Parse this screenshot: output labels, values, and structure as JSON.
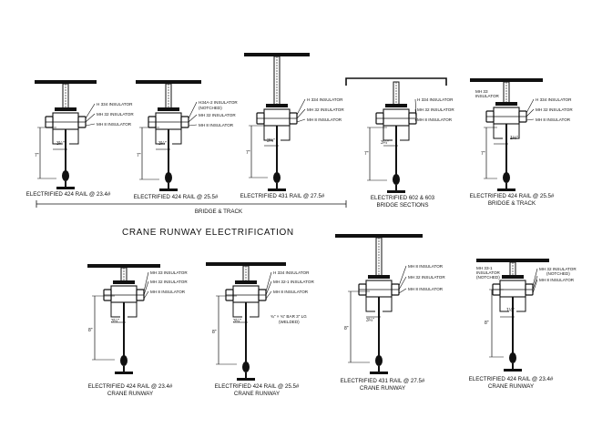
{
  "title": "CRANE RUNWAY ELECTRIFICATION",
  "bottom_note": "BRIDGE & TRACK",
  "figures": [
    {
      "caption": [
        "ELECTRIFIED 424 RAIL @ 23.4#"
      ],
      "labels": [
        "H 334 INSULATOR",
        "MH 32 INSULATOR",
        "MH 8 INSULATOR"
      ],
      "dims": [
        "7\"",
        "3¼\""
      ]
    },
    {
      "caption": [
        "ELECTRIFIED 424 RAIL @ 25.5#"
      ],
      "labels": [
        "H34A-2 INSULATOR",
        "(NOTCHED)",
        "MH 32 INSULATOR",
        "MH 8 INSULATOR"
      ],
      "dims": [
        "7\"",
        "3¼\""
      ]
    },
    {
      "caption": [
        "ELECTRIFIED 431 RAIL @ 27.5#"
      ],
      "labels": [
        "H 334 INSULATOR",
        "MH 32 INSULATOR",
        "MH 8 INSULATOR"
      ],
      "dims": [
        "7\"",
        "3¼\""
      ]
    },
    {
      "caption": [
        "ELECTRIFIED 602 & 603",
        "BRIDGE SECTIONS"
      ],
      "labels": [
        "H 334 INSULATOR",
        "MH 32 INSULATOR",
        "MH 8 INSULATOR"
      ],
      "dims": [
        "7\"",
        "3¼\""
      ]
    },
    {
      "caption": [
        "ELECTRIFIED 424 RAIL @ 25.5#",
        "BRIDGE & TRACK"
      ],
      "labels": [
        "MH 33",
        "INSULATOR",
        "H 334 INSULATOR",
        "MH 32 INSULATOR",
        "MH 8 INSULATOR"
      ],
      "dims": [
        "7\"",
        "1½\""
      ]
    },
    {
      "caption": [
        "ELECTRIFIED 424 RAIL @ 23.4#",
        "CRANE RUNWAY"
      ],
      "labels": [
        "MH 33 INSULATOR",
        "MH 32 INSULATOR",
        "MH 8 INSULATOR"
      ],
      "dims": [
        "8\"",
        "3¼\""
      ]
    },
    {
      "caption": [
        "ELECTRIFIED 424 RAIL @ 25.5#",
        "CRANE RUNWAY"
      ],
      "labels": [
        "H 334 INSULATOR",
        "MH 32-1 INSULATOR",
        "MH 8 INSULATOR"
      ],
      "dims": [
        "8\"",
        "3¼\"",
        "¾\" × ¾\" BAR 3\" LG",
        "(WELDED)"
      ]
    },
    {
      "caption": [
        "ELECTRIFIED 431 RAIL @ 27.5#",
        "CRANE RUNWAY"
      ],
      "labels": [
        "MH 8 INSULATOR",
        "MH 32 INSULATOR",
        "MH 8 INSULATOR"
      ],
      "dims": [
        "8\"",
        "3¼\""
      ]
    },
    {
      "caption": [
        "ELECTRIFIED 424 RAIL @ 23.4#",
        "CRANE RUNWAY"
      ],
      "labels": [
        "MH 33-1",
        "INSULATOR",
        "(NOTCHED)",
        "MH 32 INSULATOR",
        "(NOTCHED)",
        "MH 8 INSULATOR"
      ],
      "dims": [
        "8\"",
        "1½\""
      ]
    }
  ]
}
